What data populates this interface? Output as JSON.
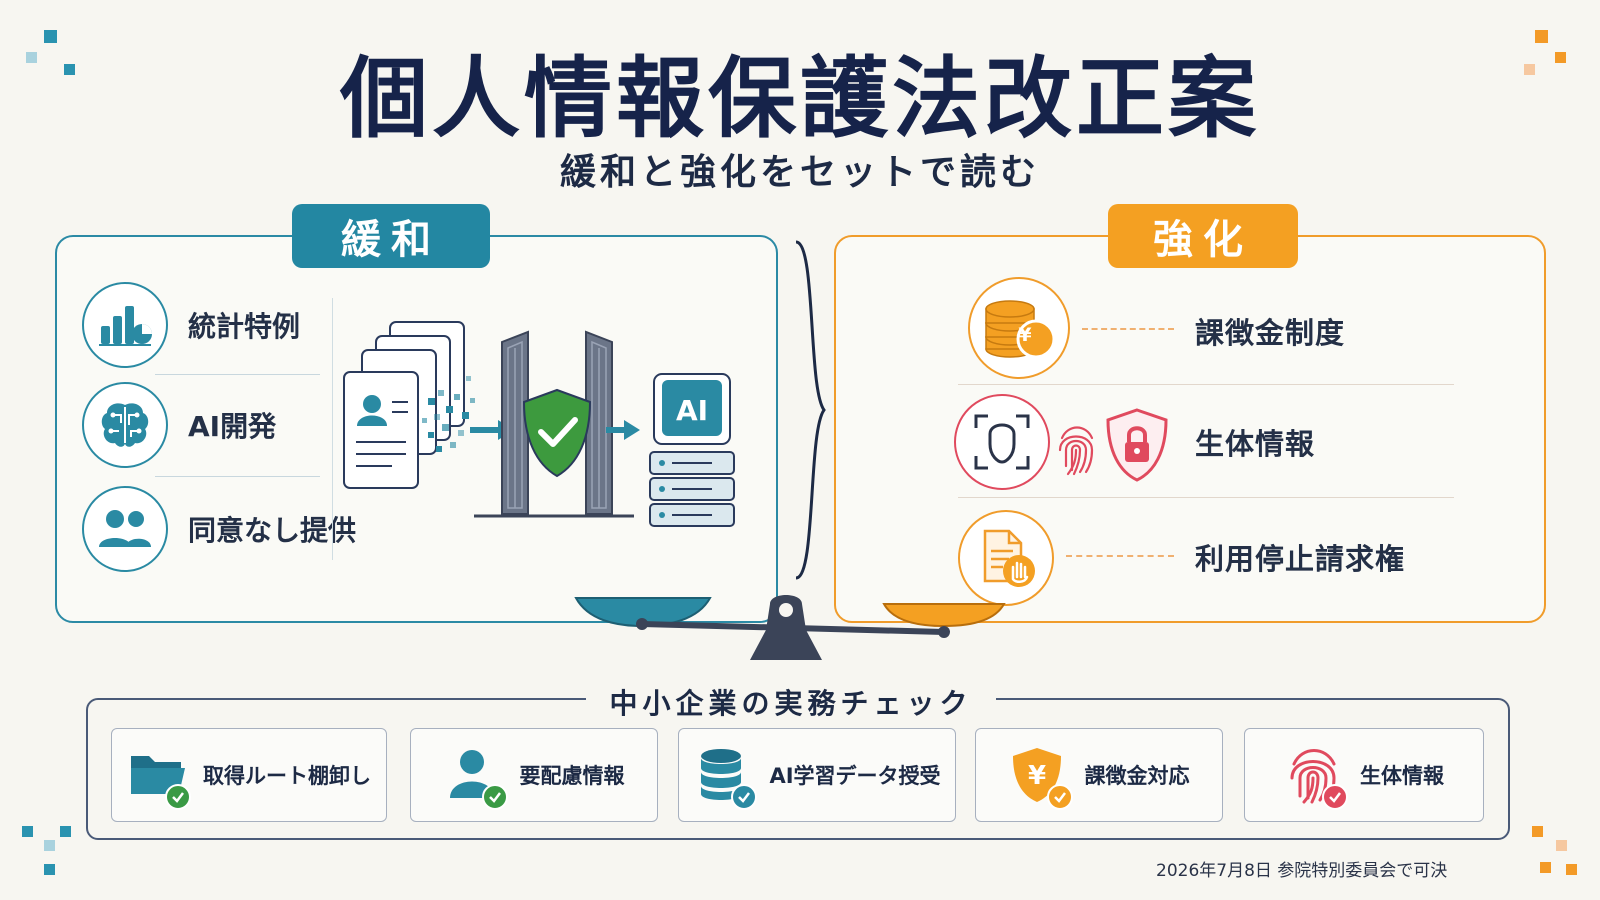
{
  "header": {
    "title": "個人情報保護法改正案",
    "subtitle": "緩和と強化をセットで読む"
  },
  "relax": {
    "tag": "緩和",
    "items": [
      {
        "label": "統計特例",
        "icon": "bar-chart-icon"
      },
      {
        "label": "AI開発",
        "icon": "brain-circuit-icon"
      },
      {
        "label": "同意なし提供",
        "icon": "people-icon"
      }
    ],
    "illustration": {
      "ai_badge": "AI"
    }
  },
  "strengthen": {
    "tag": "強化",
    "items": [
      {
        "label": "課徴金制度",
        "icon": "coins-yen-icon"
      },
      {
        "label": "生体情報",
        "icon": "face-scan-icon"
      },
      {
        "label": "利用停止請求権",
        "icon": "document-stop-icon"
      }
    ],
    "yen_symbol": "¥"
  },
  "checklist": {
    "title": "中小企業の実務チェック",
    "items": [
      {
        "label": "取得ルート棚卸し",
        "icon": "folder-icon"
      },
      {
        "label": "要配慮情報",
        "icon": "person-icon"
      },
      {
        "label": "AI学習データ授受",
        "icon": "database-icon"
      },
      {
        "label": "課徴金対応",
        "icon": "yen-shield-icon"
      },
      {
        "label": "生体情報",
        "icon": "fingerprint-icon"
      }
    ]
  },
  "footer": {
    "note": "2026年7月8日  参院特別委員会で可決"
  },
  "colors": {
    "relax": "#2387a2",
    "strengthen": "#f4a022",
    "biometric": "#e04a5e",
    "title": "#16234a",
    "check_green": "#3a9a45"
  }
}
